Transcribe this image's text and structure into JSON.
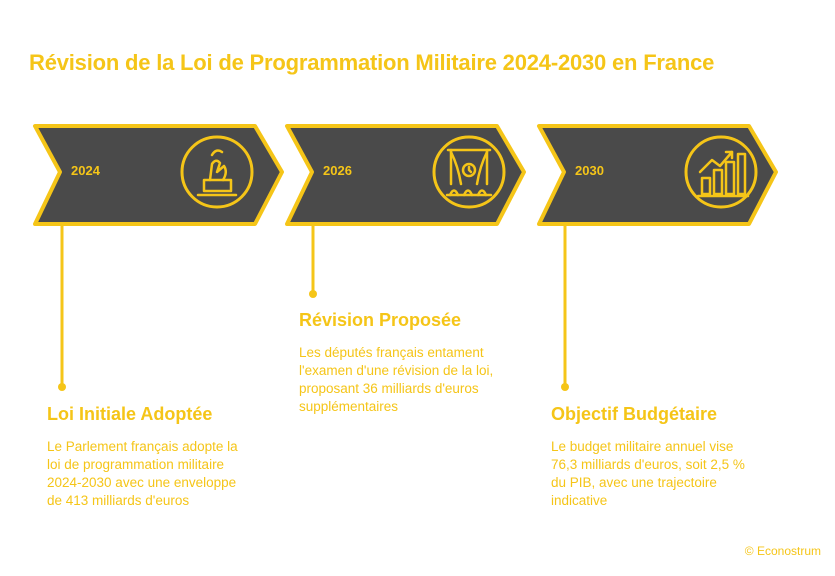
{
  "title": "Révision de la Loi de Programmation Militaire 2024-2030 en France",
  "colors": {
    "accent": "#F5C518",
    "arrow_fill": "#4A4A4A",
    "background": "#FFFFFF"
  },
  "milestones": [
    {
      "year": "2024",
      "icon": "ballot-box-icon",
      "heading": "Loi Initiale Adoptée",
      "lines": [
        "Le Parlement français adopte la",
        "loi de programmation militaire",
        "2024-2030 avec une enveloppe",
        "de 413 milliards d'euros"
      ]
    },
    {
      "year": "2026",
      "icon": "parliament-stage-icon",
      "heading": "Révision Proposée",
      "lines": [
        "Les députés français entament",
        "l'examen d'une révision de la loi,",
        "proposant 36 milliards d'euros",
        "supplémentaires"
      ]
    },
    {
      "year": "2030",
      "icon": "growth-chart-icon",
      "heading": "Objectif Budgétaire",
      "lines": [
        "Le budget militaire annuel vise",
        "76,3 milliards d'euros, soit 2,5 %",
        "du PIB, avec une trajectoire",
        "indicative"
      ]
    }
  ],
  "credit": "© Econostrum"
}
